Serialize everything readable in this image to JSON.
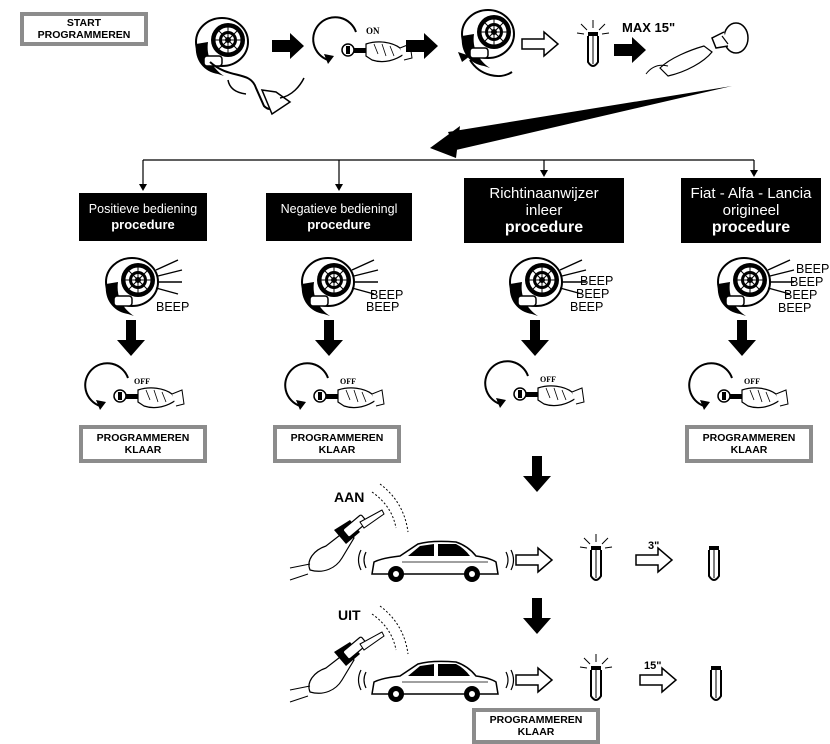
{
  "start": {
    "line1": "START",
    "line2": "PROGRAMMEREN"
  },
  "top_row": {
    "on_label": "ON",
    "max_label": "MAX 15\""
  },
  "columns": [
    {
      "title_lines": [
        "Positieve bediening"
      ],
      "proc": "procedure",
      "beeps": [
        "BEEP"
      ]
    },
    {
      "title_lines": [
        "Negatieve bedieningl"
      ],
      "proc": "procedure",
      "beeps": [
        "BEEP",
        "BEEP"
      ]
    },
    {
      "title_lines": [
        "Richtinaanwijzer",
        "inleer"
      ],
      "proc": "procedure",
      "beeps": [
        "BEEP",
        "BEEP",
        "BEEP"
      ]
    },
    {
      "title_lines": [
        "Fiat - Alfa - Lancia",
        "origineel"
      ],
      "proc": "procedure",
      "beeps": [
        "BEEP",
        "BEEP",
        "BEEP",
        "BEEP"
      ]
    }
  ],
  "off_label": "OFF",
  "done": {
    "line1": "PROGRAMMEREN",
    "line2": "KLAAR"
  },
  "remote_steps": [
    {
      "label": "AAN",
      "delay": "3\""
    },
    {
      "label": "UIT",
      "delay": "15\""
    }
  ],
  "icons": [
    "siren-icon",
    "ignition-key-icon",
    "plug-icon",
    "indicator-lamp-icon",
    "remote-fob-icon",
    "car-icon",
    "arrow-icon"
  ]
}
